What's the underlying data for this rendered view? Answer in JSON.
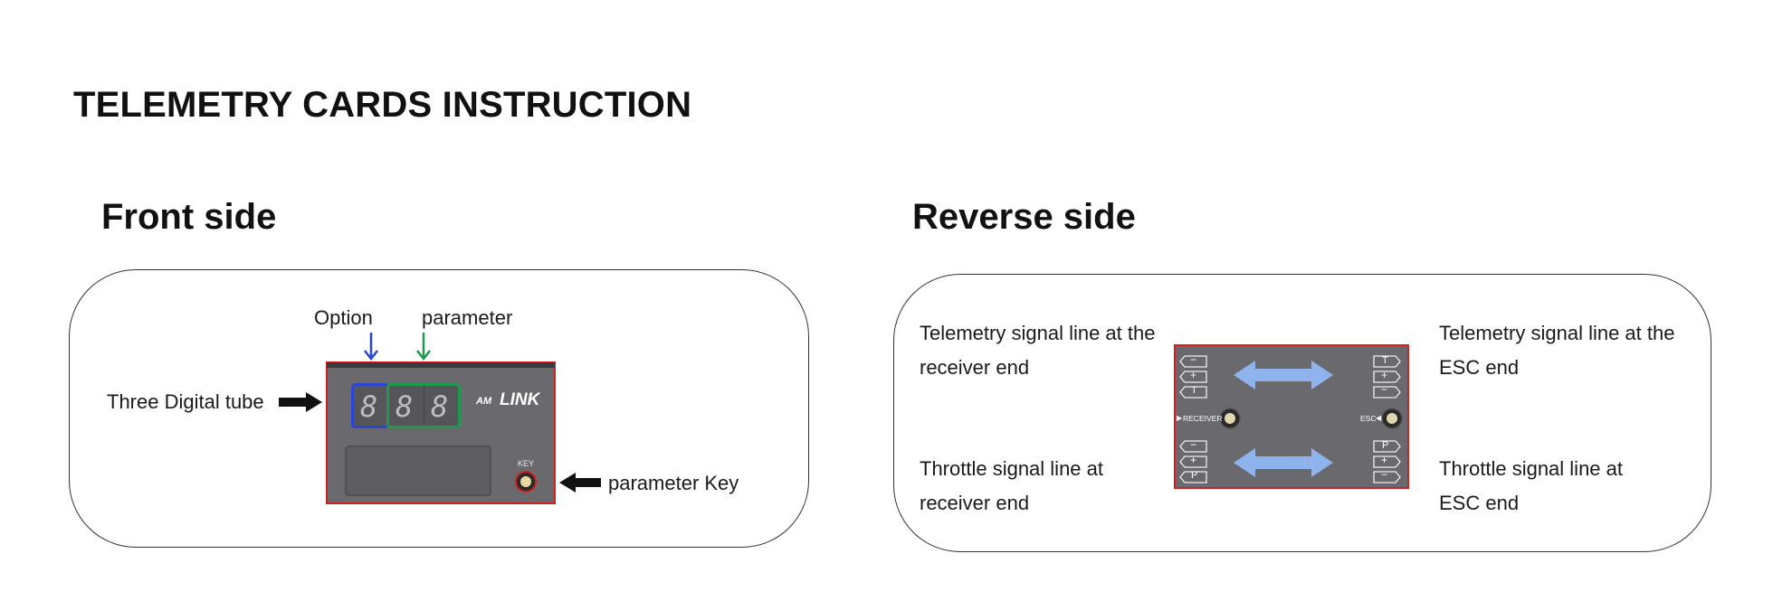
{
  "title": "TELEMETRY CARDS INSTRUCTION",
  "front": {
    "heading": "Front side",
    "labels": {
      "option": "Option",
      "parameter": "parameter",
      "digital_tube": "Three Digital tube",
      "parameter_key": "parameter Key"
    },
    "device": {
      "brand_prefix": "AM",
      "brand": "LINK",
      "key_label": "KEY",
      "digits": [
        "8",
        "8",
        "8"
      ]
    }
  },
  "reverse": {
    "heading": "Reverse side",
    "labels": {
      "telemetry_receiver": "Telemetry signal line at the receiver end",
      "telemetry_esc": "Telemetry signal line at the ESC end",
      "throttle_receiver": "Throttle signal line at receiver end",
      "throttle_esc": "Throttle signal line at ESC end"
    },
    "device": {
      "receiver_label": "RECEIVER",
      "esc_label": "ESC",
      "left_top_pins": [
        "−",
        "+",
        "T"
      ],
      "right_top_pins": [
        "T",
        "+",
        "−"
      ],
      "left_bottom_pins": [
        "−",
        "+",
        "P"
      ],
      "right_bottom_pins": [
        "P",
        "+",
        "−"
      ]
    }
  },
  "colors": {
    "option_blue": "#2a44d4",
    "parameter_green": "#1e9a4c",
    "card_gray": "#6a6a6e",
    "card_border_red": "#d12020",
    "arrow_light_blue": "#8fb3ec"
  }
}
